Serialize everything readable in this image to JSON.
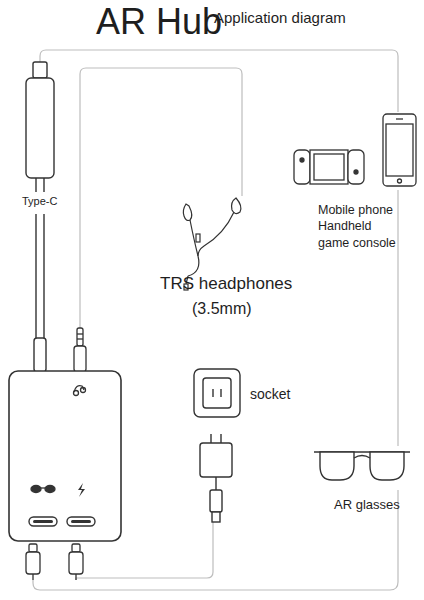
{
  "diagram": {
    "title": "AR Hub",
    "labels": [
      "Application diagram",
      "Type-C",
      "TRS headphones",
      "(3.5mm)",
      "Mobile phone Handheld game console",
      "socket",
      "AR glasses"
    ]
  }
}
